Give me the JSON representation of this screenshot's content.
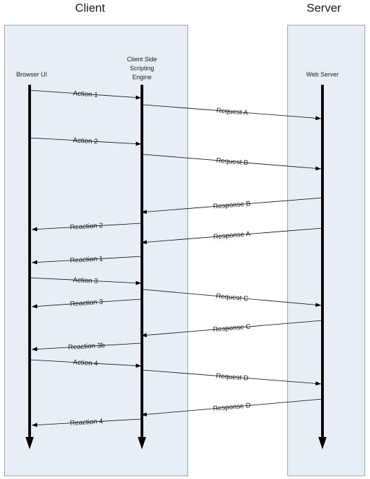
{
  "lanes": {
    "client": "Client",
    "server": "Server"
  },
  "lifelines": {
    "browser": "Browser UI",
    "engine": [
      "Client Side",
      "Scripting",
      "Engine"
    ],
    "server": "Web Server"
  },
  "messages": [
    {
      "from": "browser",
      "to": "engine",
      "label": "Action 1"
    },
    {
      "from": "engine",
      "to": "server",
      "label": "Request A"
    },
    {
      "from": "browser",
      "to": "engine",
      "label": "Action 2"
    },
    {
      "from": "engine",
      "to": "server",
      "label": "Request B"
    },
    {
      "from": "server",
      "to": "engine",
      "label": "Response B"
    },
    {
      "from": "engine",
      "to": "browser",
      "label": "Reaction 2"
    },
    {
      "from": "server",
      "to": "engine",
      "label": "Response A"
    },
    {
      "from": "engine",
      "to": "browser",
      "label": "Reaction 1"
    },
    {
      "from": "browser",
      "to": "engine",
      "label": "Action 3"
    },
    {
      "from": "engine",
      "to": "server",
      "label": "Request C"
    },
    {
      "from": "engine",
      "to": "browser",
      "label": "Reaction 3"
    },
    {
      "from": "server",
      "to": "engine",
      "label": "Response C"
    },
    {
      "from": "engine",
      "to": "browser",
      "label": "Reaction 3b"
    },
    {
      "from": "browser",
      "to": "engine",
      "label": "Action 4"
    },
    {
      "from": "engine",
      "to": "server",
      "label": "Request D"
    },
    {
      "from": "server",
      "to": "engine",
      "label": "Response D"
    },
    {
      "from": "engine",
      "to": "browser",
      "label": "Reaction 4"
    }
  ],
  "colors": {
    "lane_fill": "#e8eef6",
    "lane_border": "#9aa5b2",
    "line": "#000000"
  }
}
